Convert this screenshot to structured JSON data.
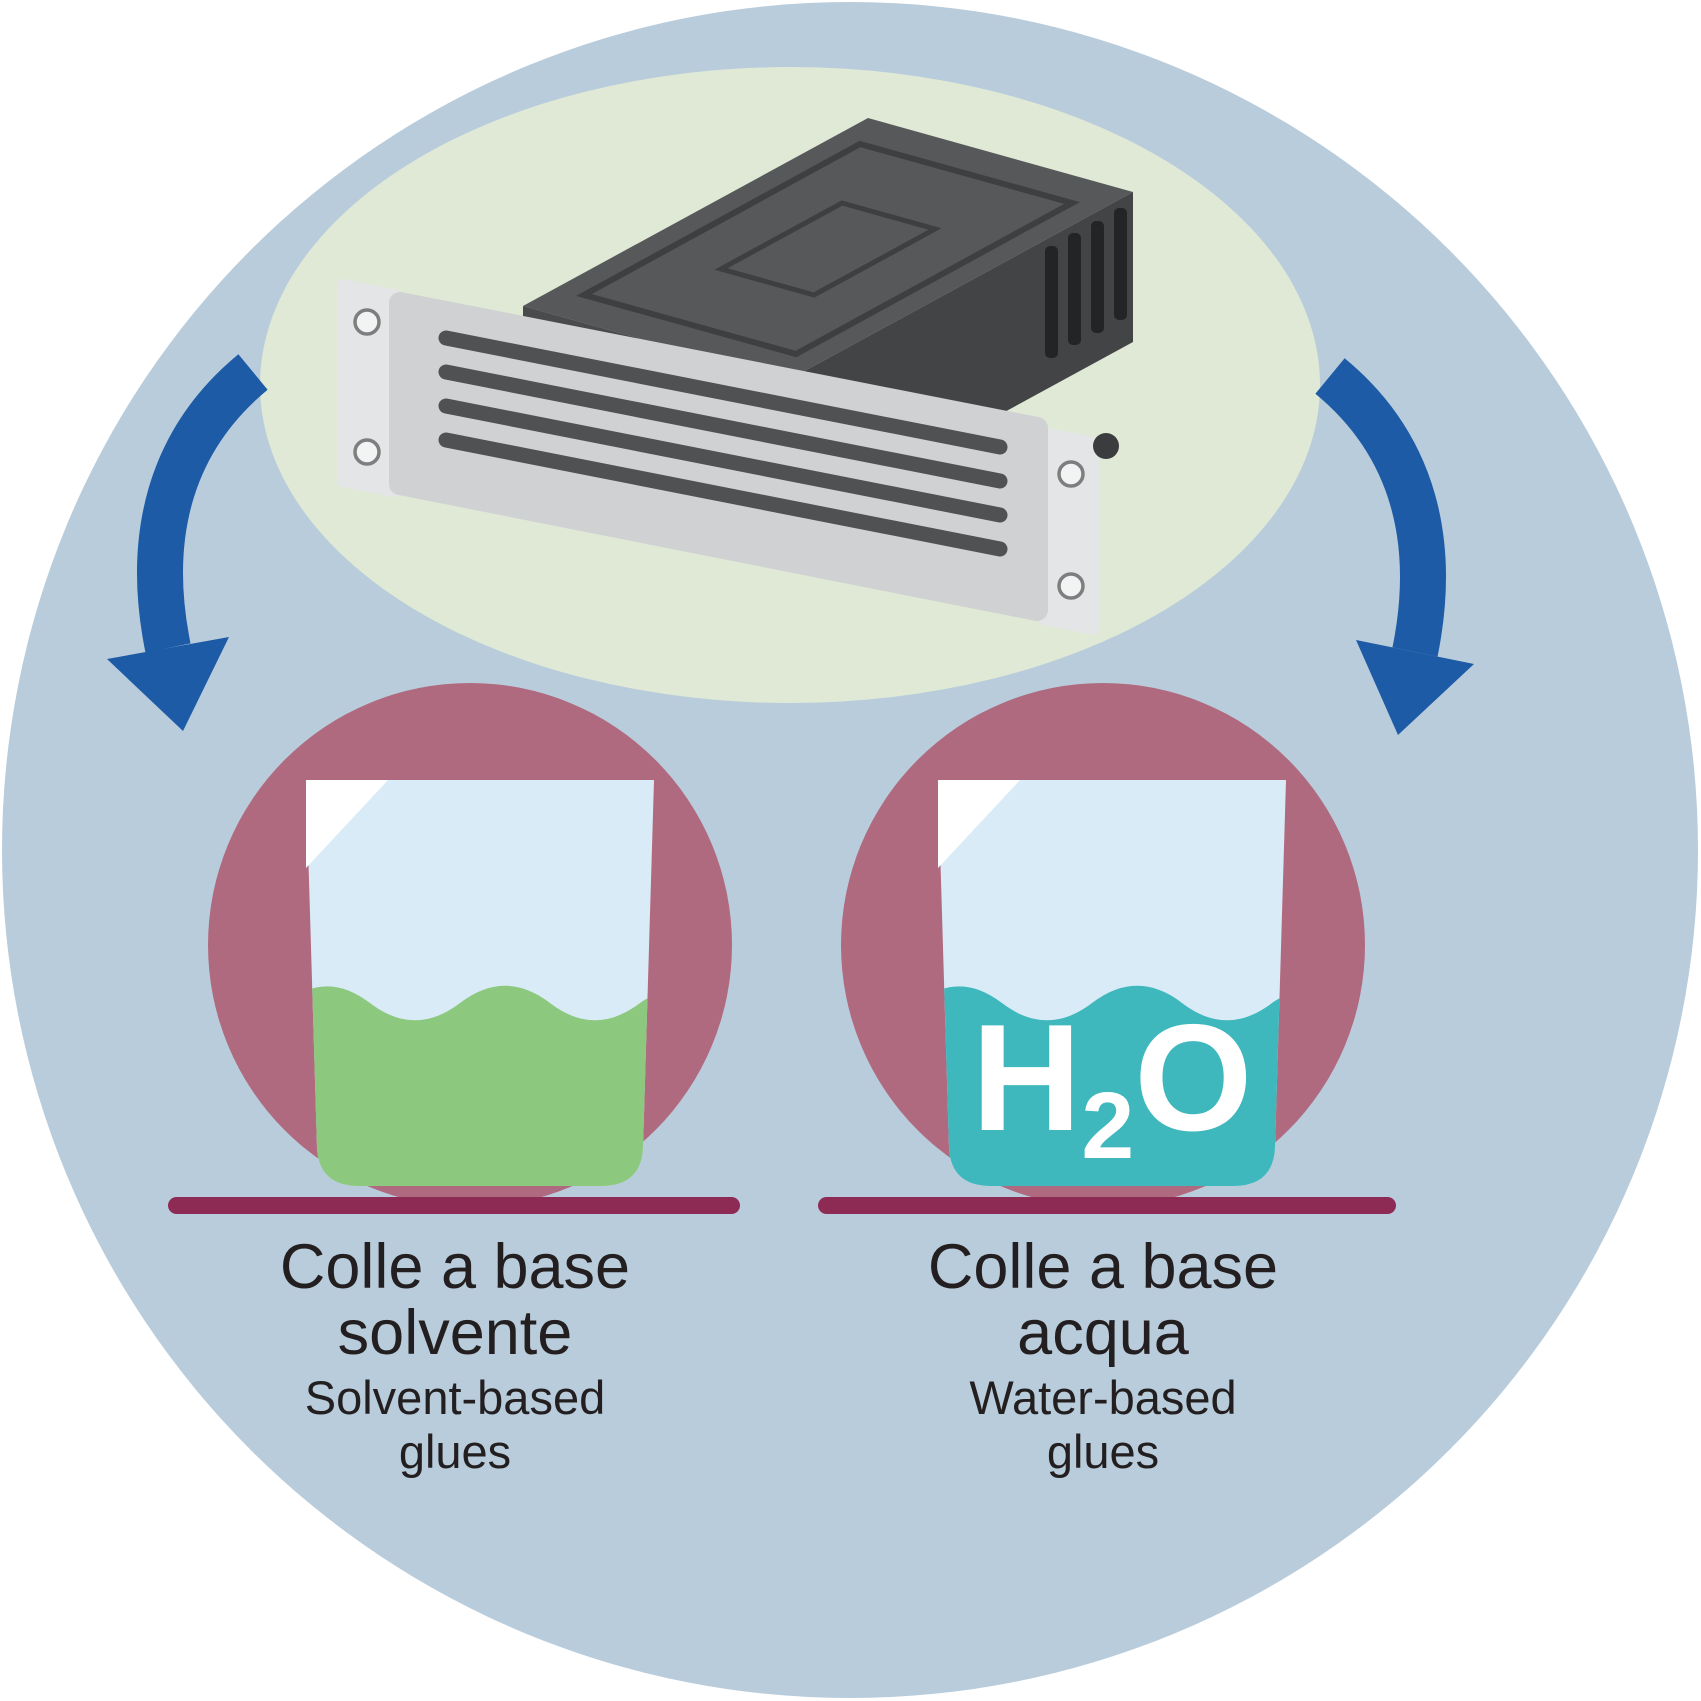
{
  "illustrations": {
    "machine": "glue-applicator-unit",
    "left_beaker": "beaker-with-green-solvent-glue",
    "right_beaker": "beaker-with-water-based-glue",
    "arrows": "curved-down-arrow"
  },
  "left": {
    "title_lines": [
      "Colle a base",
      "solvente"
    ],
    "subtitle_lines": [
      "Solvent-based",
      "glues"
    ]
  },
  "right": {
    "title_lines": [
      "Colle a base",
      "acqua"
    ],
    "subtitle_lines": [
      "Water-based",
      "glues"
    ],
    "h2o": {
      "h": "H",
      "sub": "2",
      "o": "O"
    }
  },
  "colors": {
    "background_circle": "#b9ccdb",
    "ellipse_green": "#dfe9d6",
    "arrow_blue": "#1d5ba6",
    "circle_mauve": "#b06a7f",
    "beaker_fill": "#d9ebf7",
    "beaker_notch": "#ffffff",
    "liquid_green": "#8cc87d",
    "liquid_teal": "#3fb8bd",
    "bar_maroon": "#8e2b54",
    "machine_dark": "#4a4b4d",
    "machine_panel": "#cfd1d3",
    "text": "#231f20",
    "h2o_text": "#ffffff"
  }
}
